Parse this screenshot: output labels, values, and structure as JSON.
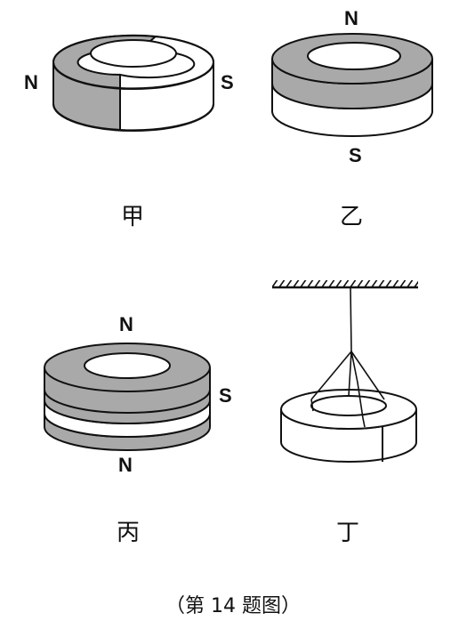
{
  "figure": {
    "jia": {
      "left_pole": "N",
      "right_pole": "S",
      "caption": "甲"
    },
    "yi": {
      "top_pole": "N",
      "bottom_pole": "S",
      "caption": "乙"
    },
    "bing": {
      "top_pole": "N",
      "side_pole": "S",
      "bottom_pole": "N",
      "caption": "丙"
    },
    "ding": {
      "caption": "丁"
    },
    "footer": "（第 14 题图）"
  },
  "colors": {
    "shaded": "#a9a9a9",
    "light": "#ffffff",
    "stroke": "#111111"
  }
}
